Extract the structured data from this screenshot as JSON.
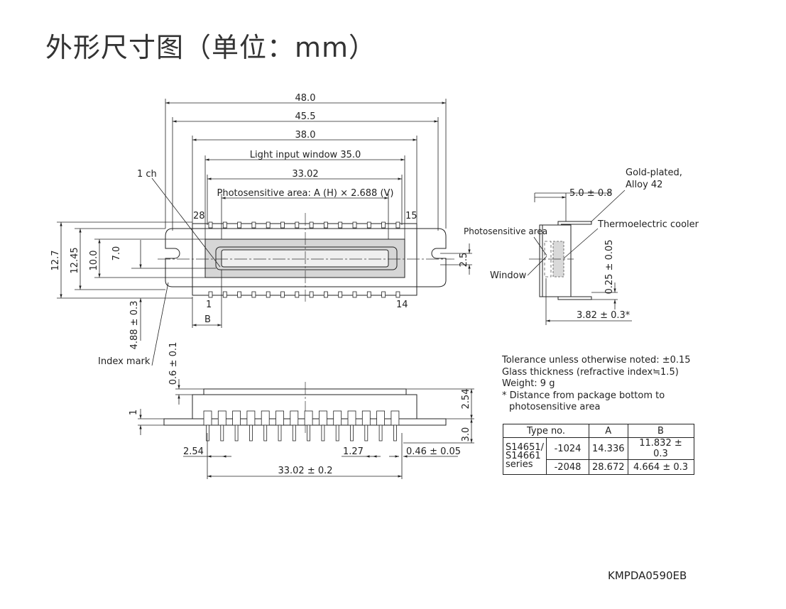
{
  "title": "外形尺寸图（单位：mm）",
  "top_view": {
    "dim_48": "48.0",
    "dim_45_5": "45.5",
    "dim_38": "38.0",
    "light_input_window": "Light input window 35.0",
    "dim_33_02": "33.02",
    "photosensitive_area": "Photosensitive area: A (H) × 2.688 (V)",
    "ch1": "1 ch",
    "pin_28": "28",
    "pin_15": "15",
    "pin_1": "1",
    "pin_14": "14",
    "dim_b": "B",
    "dim_12_7": "12.7",
    "dim_12_45": "12.45",
    "dim_10": "10.0",
    "dim_7": "7.0",
    "dim_2_5": "2.5",
    "dim_4_88": "4.88 ± 0.3",
    "index_mark": "Index mark"
  },
  "side_view": {
    "gold_plated": "Gold-plated,",
    "alloy": "Alloy 42",
    "dim_5": "5.0 ± 0.8",
    "photosensitive_area": "Photosensitive area",
    "thermoelectric_cooler": "Thermoelectric cooler",
    "window": "Window",
    "dim_0_25": "0.25 ± 0.05",
    "dim_3_82": "3.82 ± 0.3*"
  },
  "front_view": {
    "dim_0_6": "0.6 ± 0.1",
    "dim_1": "1",
    "dim_2_54_v": "2.54",
    "dim_3_0": "3.0",
    "dim_2_54": "2.54",
    "dim_1_27": "1.27",
    "dim_0_46": "0.46 ± 0.05",
    "dim_33_02": "33.02 ± 0.2"
  },
  "notes": {
    "tolerance": "Tolerance unless otherwise noted: ±0.15",
    "glass": "Glass thickness (refractive index≒1.5)",
    "weight": "Weight: 9 g",
    "distance_1": "* Distance from package bottom to",
    "distance_2": "photosensitive area"
  },
  "type_table": {
    "headers": [
      "Type no.",
      "A",
      "B"
    ],
    "series_label": [
      "S14651/",
      "S14661",
      "series"
    ],
    "rows": [
      {
        "type": "-1024",
        "a": "14.336",
        "b": "11.832 ± 0.3"
      },
      {
        "type": "-2048",
        "a": "28.672",
        "b": "4.664 ± 0.3"
      }
    ]
  },
  "doc_code": "KMPDA0590EB"
}
